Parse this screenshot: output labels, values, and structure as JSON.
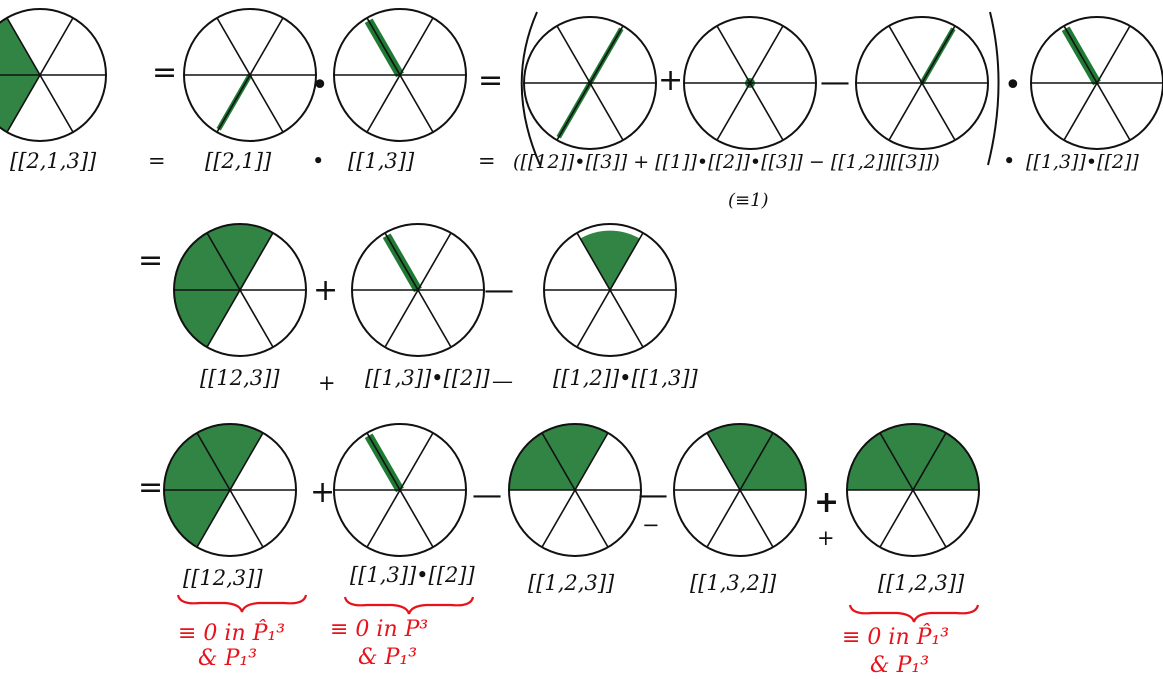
{
  "colors": {
    "ink": "#111111",
    "fill": "#1f7a34",
    "note": "#e8121b"
  },
  "row1": {
    "op_eq1": "=",
    "op_dot1": "•",
    "op_eq2": "=",
    "op_plus": "+",
    "op_minus": "—",
    "op_dot2": "•",
    "labels": {
      "l0": "[[2,1,3]]",
      "eq": "=",
      "l1": "[[2,1]]",
      "dot": "•",
      "l2": "[[1,3]]",
      "eq2": "=",
      "expr": "([[12]]•[[3]] + [[1]]•[[2]]•[[3]] − [[1,2]][[3]])",
      "sub": "(≡1)",
      "dot2": "•",
      "l_last": "[[1,3]]•[[2]]"
    }
  },
  "row2": {
    "op_eq": "=",
    "op_plus": "+",
    "op_minus": "—",
    "labels": {
      "a": "[[12,3]]",
      "plus": "+",
      "b": "[[1,3]]•[[2]]",
      "minus": "—",
      "c": "[[1,2]]•[[1,3]]"
    }
  },
  "row3": {
    "op_eq": "=",
    "op_plus1": "+",
    "op_minus1": "—",
    "op_minus2": "—",
    "op_minus2_small": "−",
    "op_plus2": "+",
    "op_plus2_small": "+",
    "labels": {
      "a": "[[12,3]]",
      "b": "[[1,3]]•[[2]]",
      "c": "[[1,2,3]]",
      "d": "[[1,3,2]]",
      "e": "[[1,2,3]]"
    },
    "notes": {
      "a_line1": "≡ 0 in P̂₁³",
      "a_line2": "& P₁³",
      "b_line1": "≡ 0 in P³",
      "b_line2": "& P₁³",
      "e_line1": "≡ 0 in P̂₁³",
      "e_line2": "& P₁³"
    }
  }
}
